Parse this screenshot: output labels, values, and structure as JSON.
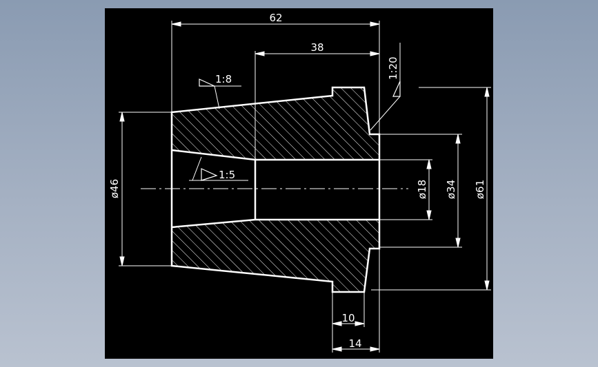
{
  "colors": {
    "background": "#000000",
    "outline": "#ffffff",
    "hatch": "#ffffff",
    "dimension": "#ffffff"
  },
  "dimensions": {
    "overall_length": "62",
    "bore_depth": "38",
    "flange_width": "10",
    "flange_offset": "14",
    "diameter_large": "ø46",
    "diameter_bore": "ø18",
    "diameter_hub": "ø34",
    "diameter_flange": "ø61"
  },
  "tapers": {
    "outer": "1:8",
    "inner": "1:5",
    "flange": "1:20"
  }
}
